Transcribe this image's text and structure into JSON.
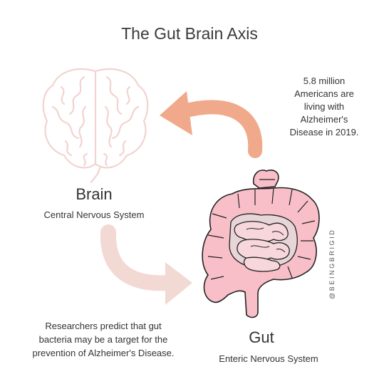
{
  "title": "The Gut Brain Axis",
  "stat_lines": [
    "5.8 million",
    "Americans are",
    "living with",
    "Alzheimer's",
    "Disease in 2019."
  ],
  "brain": {
    "label": "Brain",
    "sublabel": "Central Nervous System"
  },
  "gut": {
    "label": "Gut",
    "sublabel": "Enteric Nervous System"
  },
  "research_lines": [
    "Researchers predict that gut",
    "bacteria may be a target for the",
    "prevention of Alzheimer's Disease."
  ],
  "credit": "@BEINGBRIGID",
  "icons": {
    "brain": "brain-icon",
    "gut": "intestines-icon"
  },
  "colors": {
    "arrow_top": "#f0a98a",
    "arrow_bottom": "#f3d9d3",
    "brain_outline": "#f2d3d0",
    "gut_fill": "#f8bfc8",
    "gut_outline": "#222222"
  }
}
